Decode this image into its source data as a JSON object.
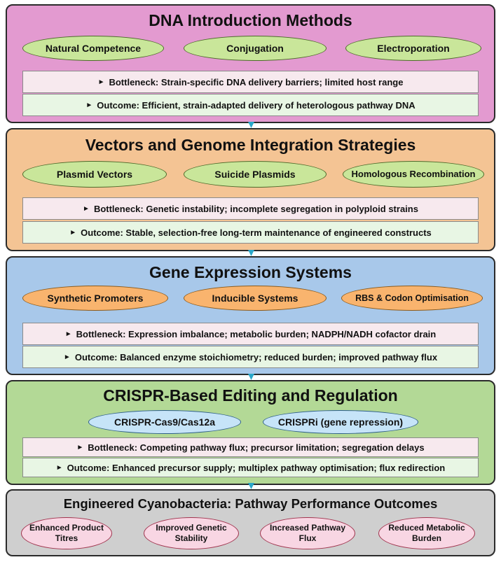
{
  "sections": [
    {
      "title": "DNA Introduction Methods",
      "methods": [
        "Natural Competence",
        "Conjugation",
        "Electroporation"
      ],
      "bottleneck": "Bottleneck: Strain-specific DNA delivery barriers; limited host range",
      "outcome": "Outcome: Efficient, strain-adapted delivery of heterologous pathway DNA"
    },
    {
      "title": "Vectors and Genome Integration Strategies",
      "methods": [
        "Plasmid Vectors",
        "Suicide Plasmids",
        "Homologous Recombination"
      ],
      "bottleneck": "Bottleneck: Genetic instability; incomplete segregation in polyploid strains",
      "outcome": "Outcome: Stable, selection-free long-term maintenance of engineered constructs"
    },
    {
      "title": "Gene Expression Systems",
      "methods": [
        "Synthetic Promoters",
        "Inducible Systems",
        "RBS & Codon Optimisation"
      ],
      "bottleneck": "Bottleneck: Expression imbalance; metabolic burden; NADPH/NADH cofactor drain",
      "outcome": "Outcome: Balanced enzyme stoichiometry; reduced burden; improved pathway flux"
    },
    {
      "title": "CRISPR-Based Editing and Regulation",
      "methods": [
        "CRISPR-Cas9/Cas12a",
        "CRISPRi (gene repression)"
      ],
      "bottleneck": "Bottleneck: Competing pathway flux; precursor limitation; segregation delays",
      "outcome": "Outcome: Enhanced precursor supply; multiplex pathway optimisation; flux redirection"
    },
    {
      "title": "Engineered Cyanobacteria: Pathway Performance Outcomes",
      "outcomes": [
        "Enhanced Product Titres",
        "Improved Genetic Stability",
        "Increased Pathway Flux",
        "Reduced Metabolic Burden"
      ]
    }
  ],
  "marker": "►",
  "colors": {
    "section1": "#e39ad0",
    "section2": "#f4c494",
    "section3": "#a8c8ea",
    "section4": "#b3d996",
    "section5": "#cfcfcf",
    "connector": "#2aa7c9"
  },
  "icons": {
    "connector": "down-triangle-icon"
  }
}
